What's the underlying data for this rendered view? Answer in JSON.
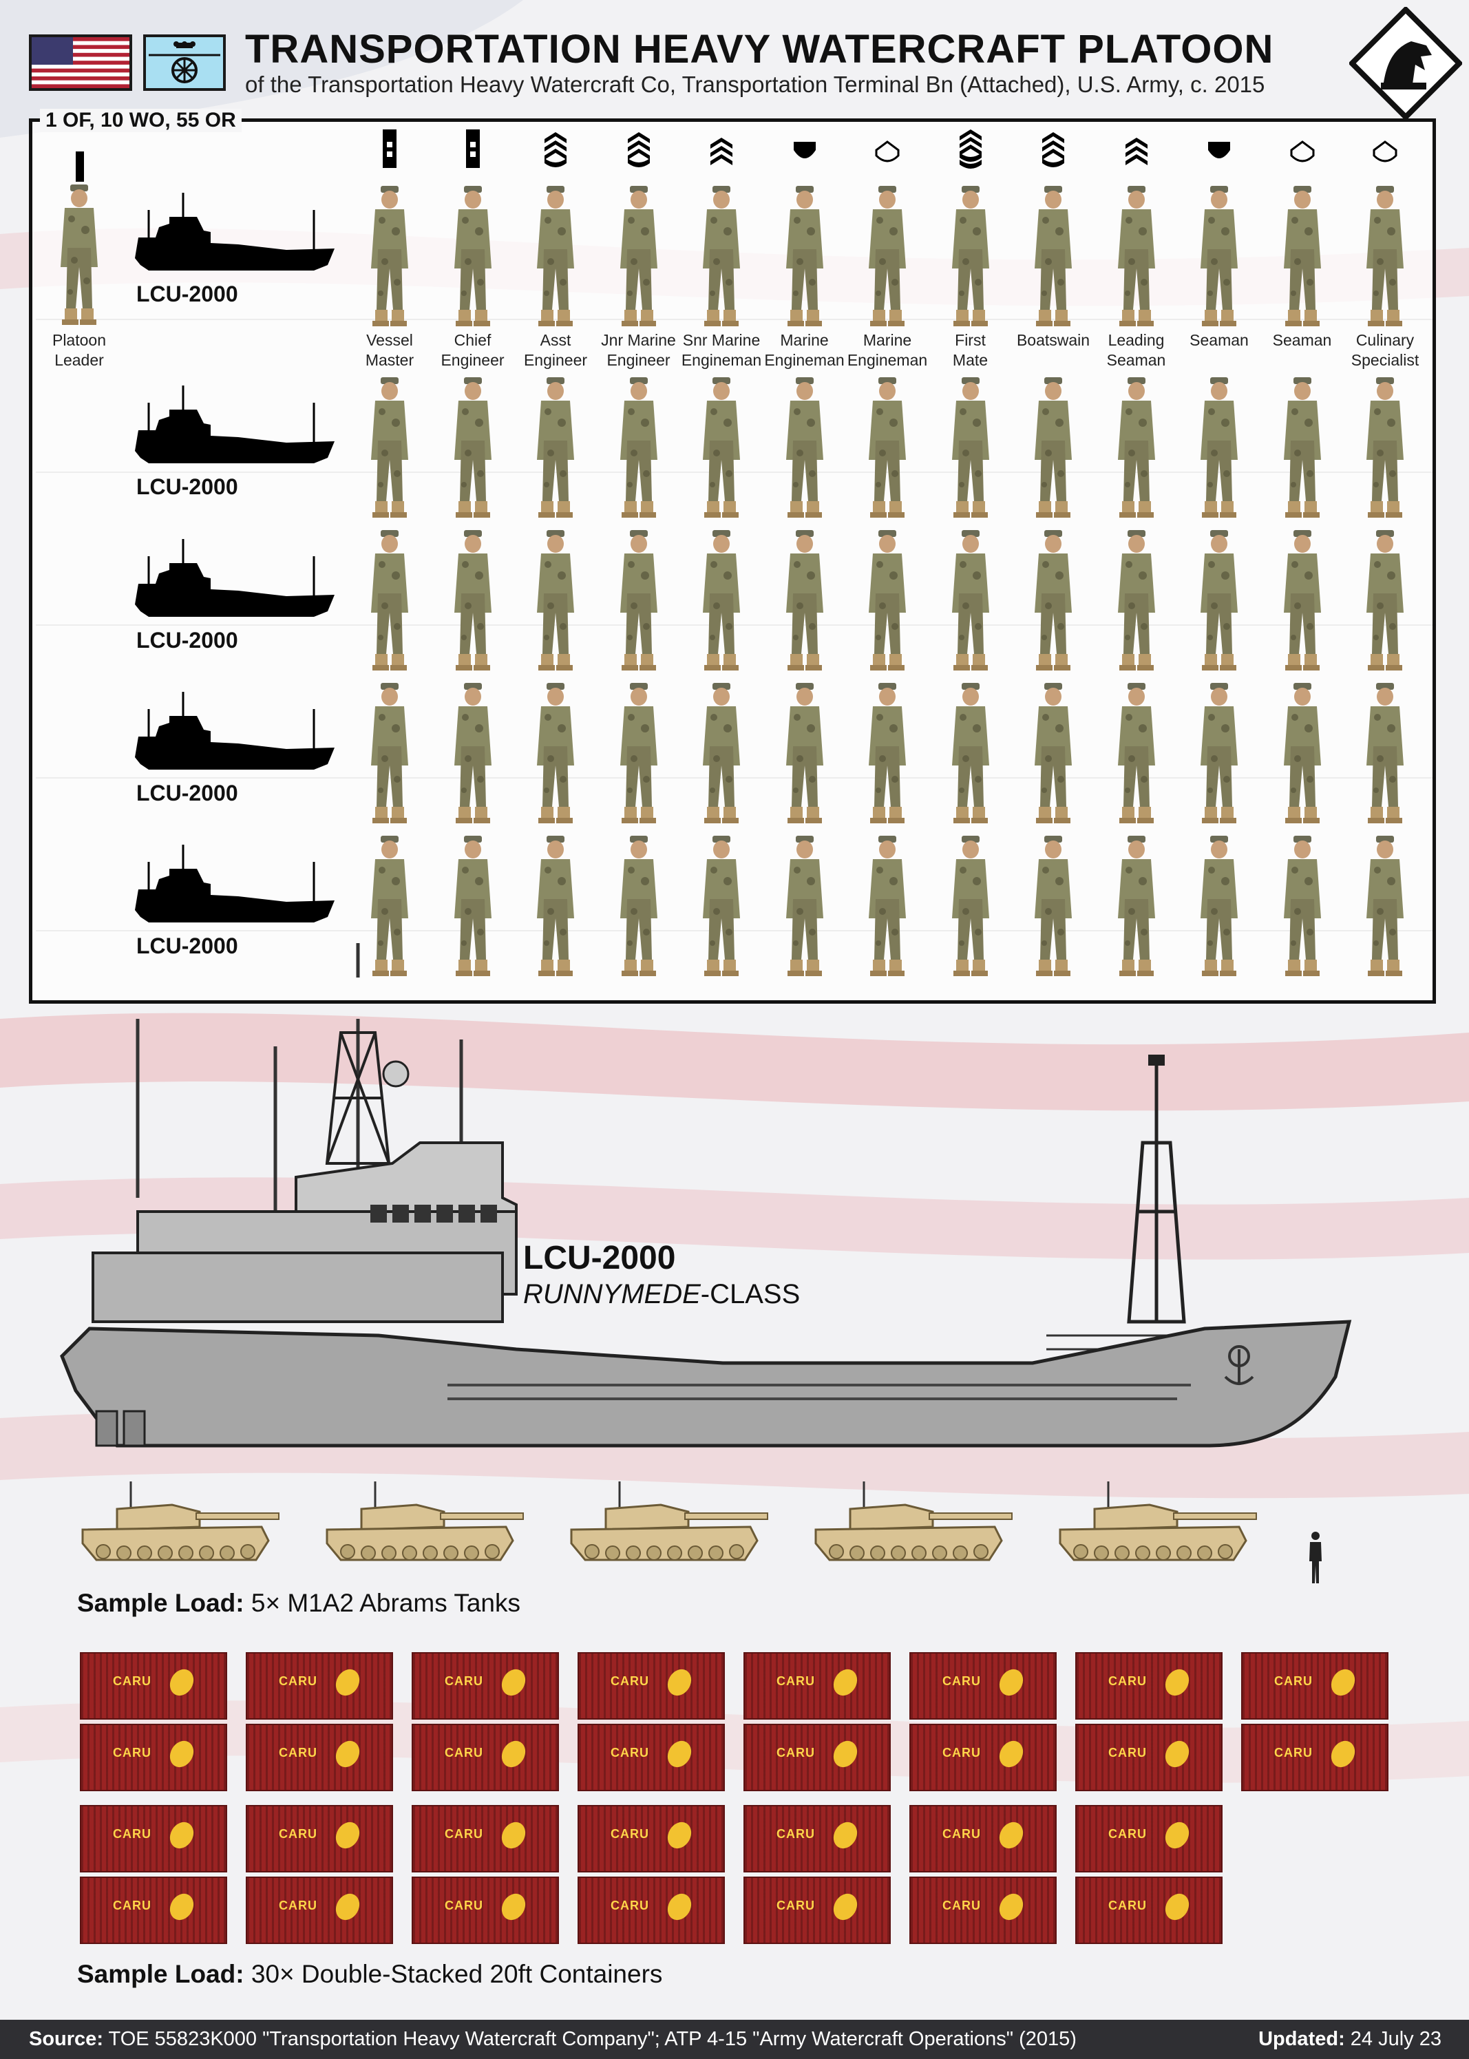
{
  "header": {
    "title": "TRANSPORTATION HEAVY WATERCRAFT PLATOON",
    "subtitle": "of the Transportation Heavy Watercraft Co, Transportation Terminal Bn (Attached), U.S. Army, c. 2015",
    "flag_icon": "us-flag-icon",
    "unit_icon": "transportation-unit-symbol-icon",
    "logo_icon": "knight-chess-logo-icon"
  },
  "roster": {
    "strength_label": "1 OF, 10 WO, 55 OR",
    "platoon_leader": {
      "line1": "Platoon",
      "line2": "Leader",
      "rank": "second-lieutenant"
    },
    "vessel_label": "LCU-2000",
    "rows": 5,
    "crew": [
      {
        "line1": "Vessel",
        "line2": "Master",
        "rank": "chief-warrant-officer"
      },
      {
        "line1": "Chief",
        "line2": "Engineer",
        "rank": "chief-warrant-officer"
      },
      {
        "line1": "Asst",
        "line2": "Engineer",
        "rank": "staff-sergeant"
      },
      {
        "line1": "Jnr Marine",
        "line2": "Engineer",
        "rank": "staff-sergeant"
      },
      {
        "line1": "Snr Marine",
        "line2": "Engineman",
        "rank": "sergeant"
      },
      {
        "line1": "Marine",
        "line2": "Engineman",
        "rank": "specialist"
      },
      {
        "line1": "Marine",
        "line2": "Engineman",
        "rank": "private-first-class"
      },
      {
        "line1": "First",
        "line2": "Mate",
        "rank": "sergeant-first-class"
      },
      {
        "line1": "Boatswain",
        "line2": "",
        "rank": "staff-sergeant"
      },
      {
        "line1": "Leading",
        "line2": "Seaman",
        "rank": "sergeant"
      },
      {
        "line1": "Seaman",
        "line2": "",
        "rank": "specialist"
      },
      {
        "line1": "Seaman",
        "line2": "",
        "rank": "private-first-class"
      },
      {
        "line1": "Culinary",
        "line2": "Specialist",
        "rank": "private-first-class"
      }
    ]
  },
  "vessel": {
    "name": "LCU-2000",
    "class_italic": "RUNNYMEDE",
    "class_suffix": "-CLASS"
  },
  "loads": {
    "tanks": {
      "bold": "Sample Load:",
      "text": "5× M1A2 Abrams Tanks",
      "count": 5
    },
    "containers": {
      "bold": "Sample Load:",
      "text": "30× Double-Stacked 20ft Containers",
      "count": 30,
      "brand": "CARU"
    }
  },
  "footer": {
    "source_label": "Source:",
    "source_text": "TOE 55823K000 \"Transportation Heavy Watercraft Company\"; ATP 4-15 \"Army Watercraft Operations\" (2015)",
    "updated_label": "Updated:",
    "updated_text": "24 July 23"
  },
  "colors": {
    "background": "#f1f1f3",
    "flag_stripe": "#e9c9cc",
    "unit_symbol": "#a9dff2",
    "ship_hull": "#a6a6a6",
    "tank": "#d9c394",
    "container": "#9a2323",
    "footer": "#2f2f33"
  }
}
